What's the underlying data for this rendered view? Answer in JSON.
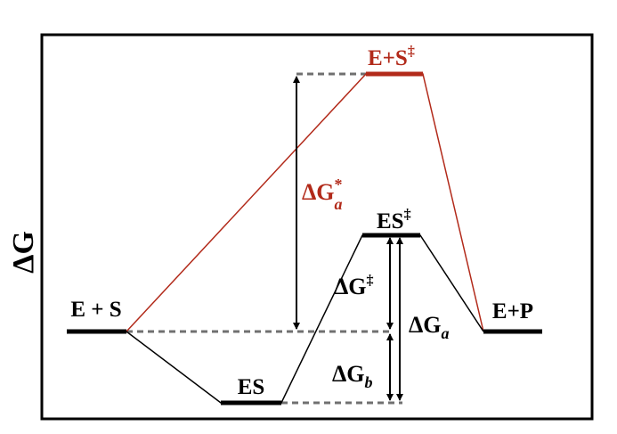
{
  "diagram": {
    "y_axis_label": "ΔG",
    "states": {
      "es_start": {
        "label": "E + S"
      },
      "uncat_ts": {
        "label": "E+S",
        "sup": "‡"
      },
      "es_complex": {
        "label": "ES"
      },
      "cat_ts": {
        "label": "ES",
        "sup": "‡"
      },
      "product": {
        "label": "E+P"
      }
    },
    "measurements": {
      "uncat_barrier": {
        "base": "ΔG",
        "sup": "*",
        "sub": "a"
      },
      "cat_barrier": {
        "base": "ΔG",
        "sup": "‡"
      },
      "total_barrier": {
        "base": "ΔG",
        "sub": "a"
      },
      "binding_energy": {
        "base": "ΔG",
        "sub": "b"
      }
    },
    "colors": {
      "uncatalyzed": "#b22a1a",
      "catalyzed": "#000000",
      "guide_line": "#707070"
    }
  }
}
